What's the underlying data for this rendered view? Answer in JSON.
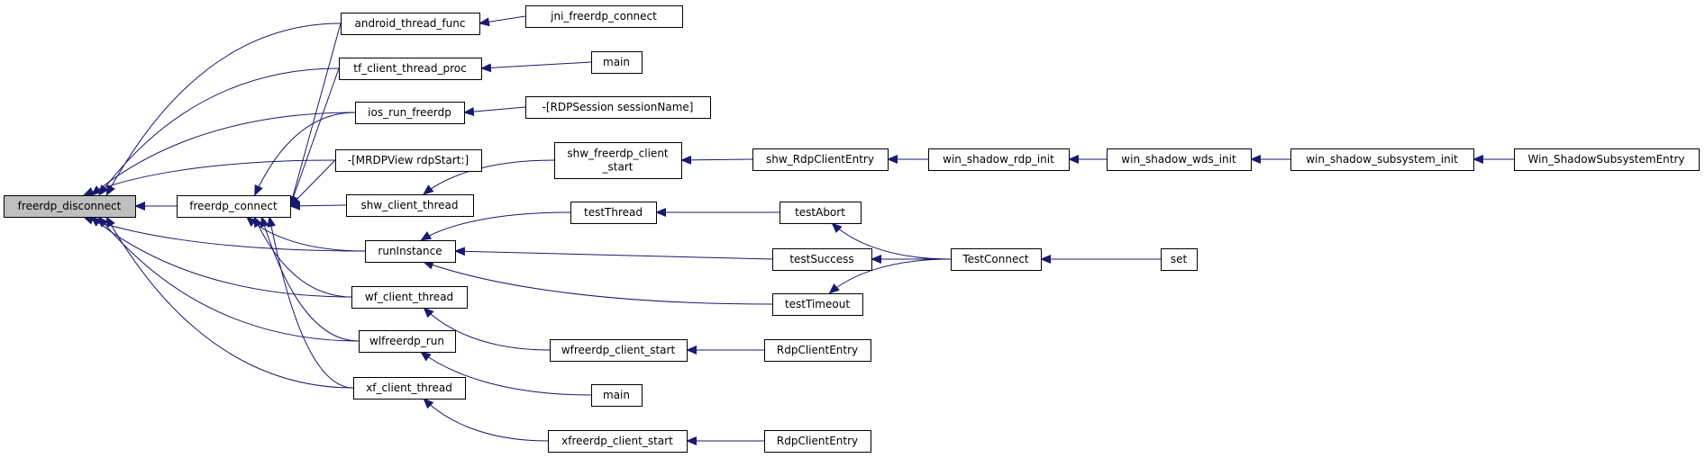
{
  "colors": {
    "edge": "#191970",
    "node_border": "#000000",
    "root_fill": "#bfbfbf",
    "node_fill": "#ffffff"
  },
  "nodes": [
    {
      "id": "freerdp_disconnect",
      "lines": [
        "freerdp_disconnect"
      ]
    },
    {
      "id": "freerdp_connect",
      "lines": [
        "freerdp_connect"
      ]
    },
    {
      "id": "android_thread_func",
      "lines": [
        "android_thread_func"
      ]
    },
    {
      "id": "jni_freerdp_connect",
      "lines": [
        "jni_freerdp_connect"
      ]
    },
    {
      "id": "tf_client_thread_proc",
      "lines": [
        "tf_client_thread_proc"
      ]
    },
    {
      "id": "main_1",
      "lines": [
        "main"
      ]
    },
    {
      "id": "ios_run_freerdp",
      "lines": [
        "ios_run_freerdp"
      ]
    },
    {
      "id": "rdpsession_sessionname",
      "lines": [
        "-[RDPSession sessionName]"
      ]
    },
    {
      "id": "mrdpview_rdpstart",
      "lines": [
        "-[MRDPView rdpStart:]"
      ]
    },
    {
      "id": "shw_client_thread",
      "lines": [
        "shw_client_thread"
      ]
    },
    {
      "id": "shw_freerdp_client_start",
      "lines": [
        "shw_freerdp_client",
        "_start"
      ]
    },
    {
      "id": "shw_rdpcliententry",
      "lines": [
        "shw_RdpClientEntry"
      ]
    },
    {
      "id": "win_shadow_rdp_init",
      "lines": [
        "win_shadow_rdp_init"
      ]
    },
    {
      "id": "win_shadow_wds_init",
      "lines": [
        "win_shadow_wds_init"
      ]
    },
    {
      "id": "win_shadow_subsystem_init",
      "lines": [
        "win_shadow_subsystem_init"
      ]
    },
    {
      "id": "win_shadowsubsystementry",
      "lines": [
        "Win_ShadowSubsystemEntry"
      ]
    },
    {
      "id": "runinstance",
      "lines": [
        "runInstance"
      ]
    },
    {
      "id": "testthread",
      "lines": [
        "testThread"
      ]
    },
    {
      "id": "testabort",
      "lines": [
        "testAbort"
      ]
    },
    {
      "id": "testsuccess",
      "lines": [
        "testSuccess"
      ]
    },
    {
      "id": "testtimeout",
      "lines": [
        "testTimeout"
      ]
    },
    {
      "id": "testconnect",
      "lines": [
        "TestConnect"
      ]
    },
    {
      "id": "set",
      "lines": [
        "set"
      ]
    },
    {
      "id": "wf_client_thread",
      "lines": [
        "wf_client_thread"
      ]
    },
    {
      "id": "wfreerdp_client_start",
      "lines": [
        "wfreerdp_client_start"
      ]
    },
    {
      "id": "rdpcliententry_1",
      "lines": [
        "RdpClientEntry"
      ]
    },
    {
      "id": "wlfreerdp_run",
      "lines": [
        "wlfreerdp_run"
      ]
    },
    {
      "id": "main_2",
      "lines": [
        "main"
      ]
    },
    {
      "id": "xf_client_thread",
      "lines": [
        "xf_client_thread"
      ]
    },
    {
      "id": "xfreerdp_client_start",
      "lines": [
        "xfreerdp_client_start"
      ]
    },
    {
      "id": "rdpcliententry_2",
      "lines": [
        "RdpClientEntry"
      ]
    }
  ],
  "edges": [
    {
      "from": "freerdp_connect",
      "to": "freerdp_disconnect"
    },
    {
      "from": "android_thread_func",
      "to": "freerdp_disconnect"
    },
    {
      "from": "tf_client_thread_proc",
      "to": "freerdp_disconnect"
    },
    {
      "from": "ios_run_freerdp",
      "to": "freerdp_disconnect"
    },
    {
      "from": "mrdpview_rdpstart",
      "to": "freerdp_disconnect"
    },
    {
      "from": "runinstance",
      "to": "freerdp_disconnect"
    },
    {
      "from": "wf_client_thread",
      "to": "freerdp_disconnect"
    },
    {
      "from": "wlfreerdp_run",
      "to": "freerdp_disconnect"
    },
    {
      "from": "xf_client_thread",
      "to": "freerdp_disconnect"
    },
    {
      "from": "android_thread_func",
      "to": "freerdp_connect"
    },
    {
      "from": "tf_client_thread_proc",
      "to": "freerdp_connect"
    },
    {
      "from": "ios_run_freerdp",
      "to": "freerdp_connect"
    },
    {
      "from": "mrdpview_rdpstart",
      "to": "freerdp_connect"
    },
    {
      "from": "shw_client_thread",
      "to": "freerdp_connect"
    },
    {
      "from": "runinstance",
      "to": "freerdp_connect"
    },
    {
      "from": "wf_client_thread",
      "to": "freerdp_connect"
    },
    {
      "from": "wlfreerdp_run",
      "to": "freerdp_connect"
    },
    {
      "from": "xf_client_thread",
      "to": "freerdp_connect"
    },
    {
      "from": "jni_freerdp_connect",
      "to": "android_thread_func"
    },
    {
      "from": "main_1",
      "to": "tf_client_thread_proc"
    },
    {
      "from": "rdpsession_sessionname",
      "to": "ios_run_freerdp"
    },
    {
      "from": "shw_freerdp_client_start",
      "to": "shw_client_thread"
    },
    {
      "from": "shw_rdpcliententry",
      "to": "shw_freerdp_client_start"
    },
    {
      "from": "win_shadow_rdp_init",
      "to": "shw_rdpcliententry"
    },
    {
      "from": "win_shadow_wds_init",
      "to": "win_shadow_rdp_init"
    },
    {
      "from": "win_shadow_subsystem_init",
      "to": "win_shadow_wds_init"
    },
    {
      "from": "win_shadowsubsystementry",
      "to": "win_shadow_subsystem_init"
    },
    {
      "from": "testthread",
      "to": "runinstance"
    },
    {
      "from": "testsuccess",
      "to": "runinstance"
    },
    {
      "from": "testtimeout",
      "to": "runinstance"
    },
    {
      "from": "testabort",
      "to": "testthread"
    },
    {
      "from": "testconnect",
      "to": "testabort"
    },
    {
      "from": "testconnect",
      "to": "testsuccess"
    },
    {
      "from": "testconnect",
      "to": "testtimeout"
    },
    {
      "from": "set",
      "to": "testconnect"
    },
    {
      "from": "wfreerdp_client_start",
      "to": "wf_client_thread"
    },
    {
      "from": "rdpcliententry_1",
      "to": "wfreerdp_client_start"
    },
    {
      "from": "main_2",
      "to": "wlfreerdp_run"
    },
    {
      "from": "xfreerdp_client_start",
      "to": "xf_client_thread"
    },
    {
      "from": "rdpcliententry_2",
      "to": "xfreerdp_client_start"
    }
  ]
}
